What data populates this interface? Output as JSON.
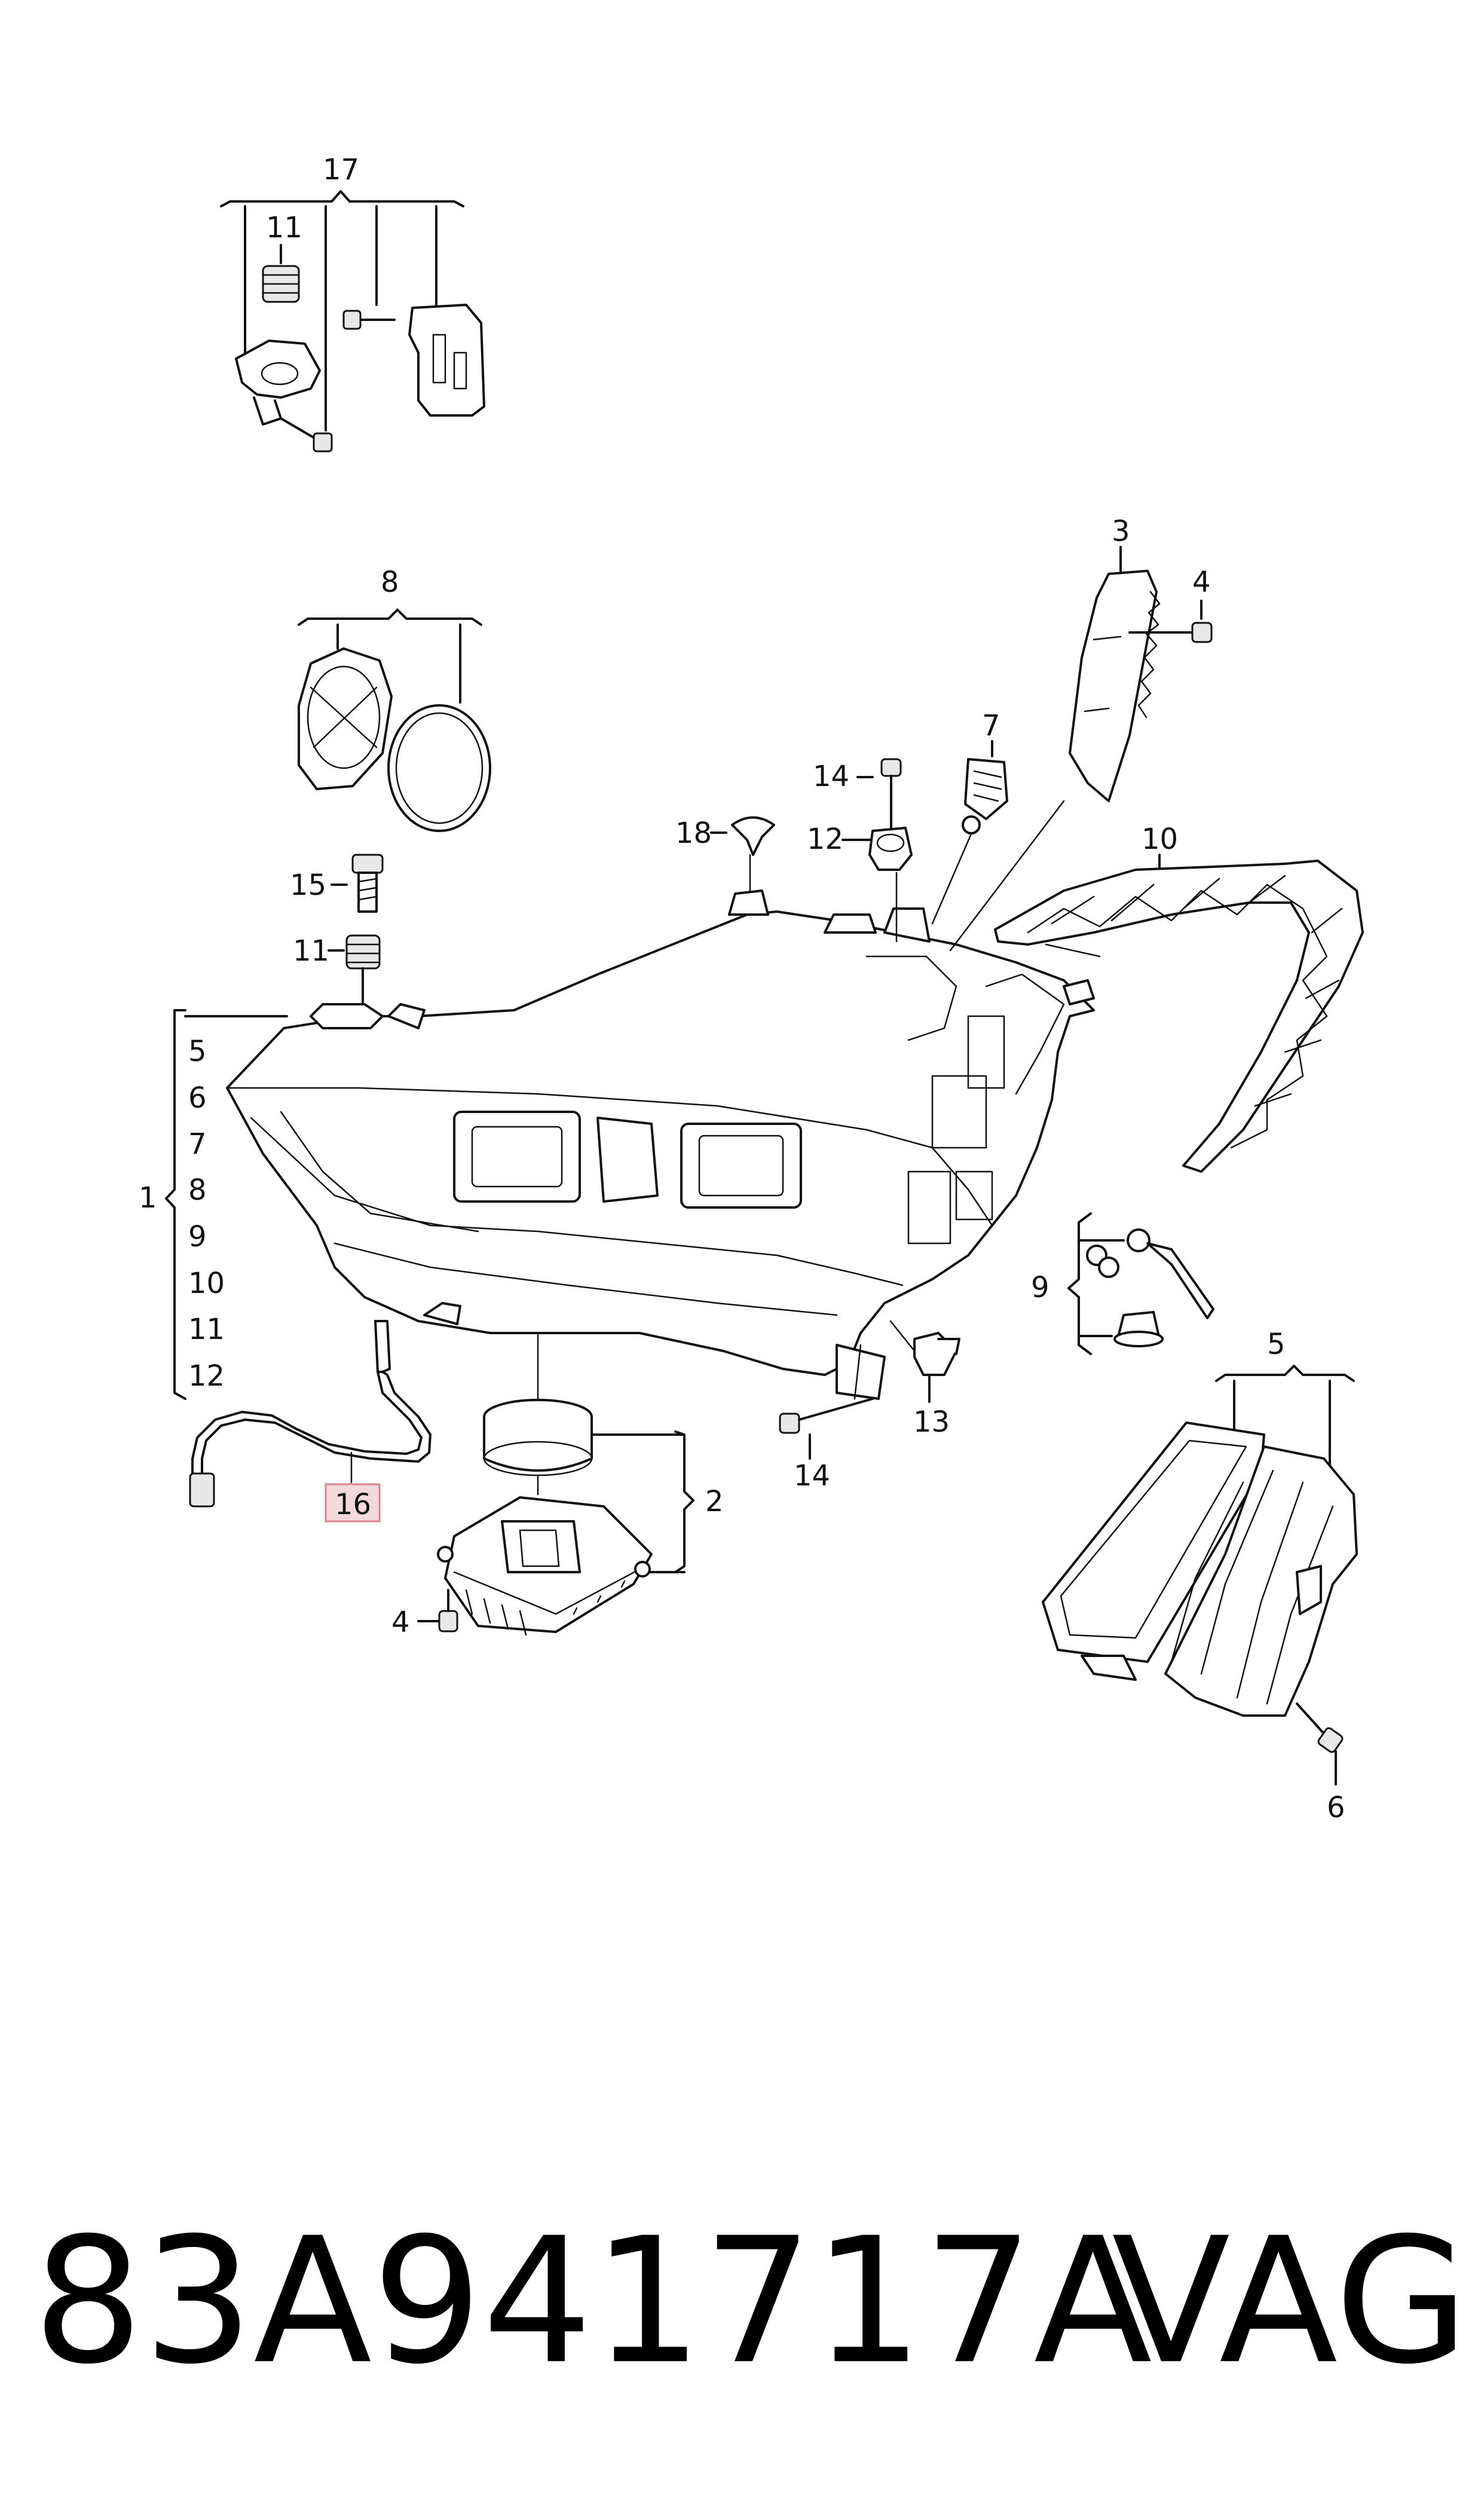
{
  "labels": {
    "l17": "17",
    "l11a": "11",
    "l8": "8",
    "l3": "3",
    "l4a": "4",
    "l7": "7",
    "l14a": "14",
    "l12a": "12",
    "l18": "18",
    "l10": "10",
    "l15": "15",
    "l11b": "11",
    "group1": "1",
    "g5": "5",
    "g6": "6",
    "g7": "7",
    "g8": "8",
    "g9": "9",
    "g10": "10",
    "g11": "11",
    "g12": "12",
    "l9": "9",
    "l5": "5",
    "l16": "16",
    "l2": "2",
    "l4b": "4",
    "l14b": "14",
    "l13": "13",
    "l6": "6"
  },
  "highlight": {
    "part": "16",
    "color": "#f4d9dc",
    "border": "#d9828f"
  },
  "footer": {
    "part_number": "83A941717A",
    "brand": "VAG"
  }
}
